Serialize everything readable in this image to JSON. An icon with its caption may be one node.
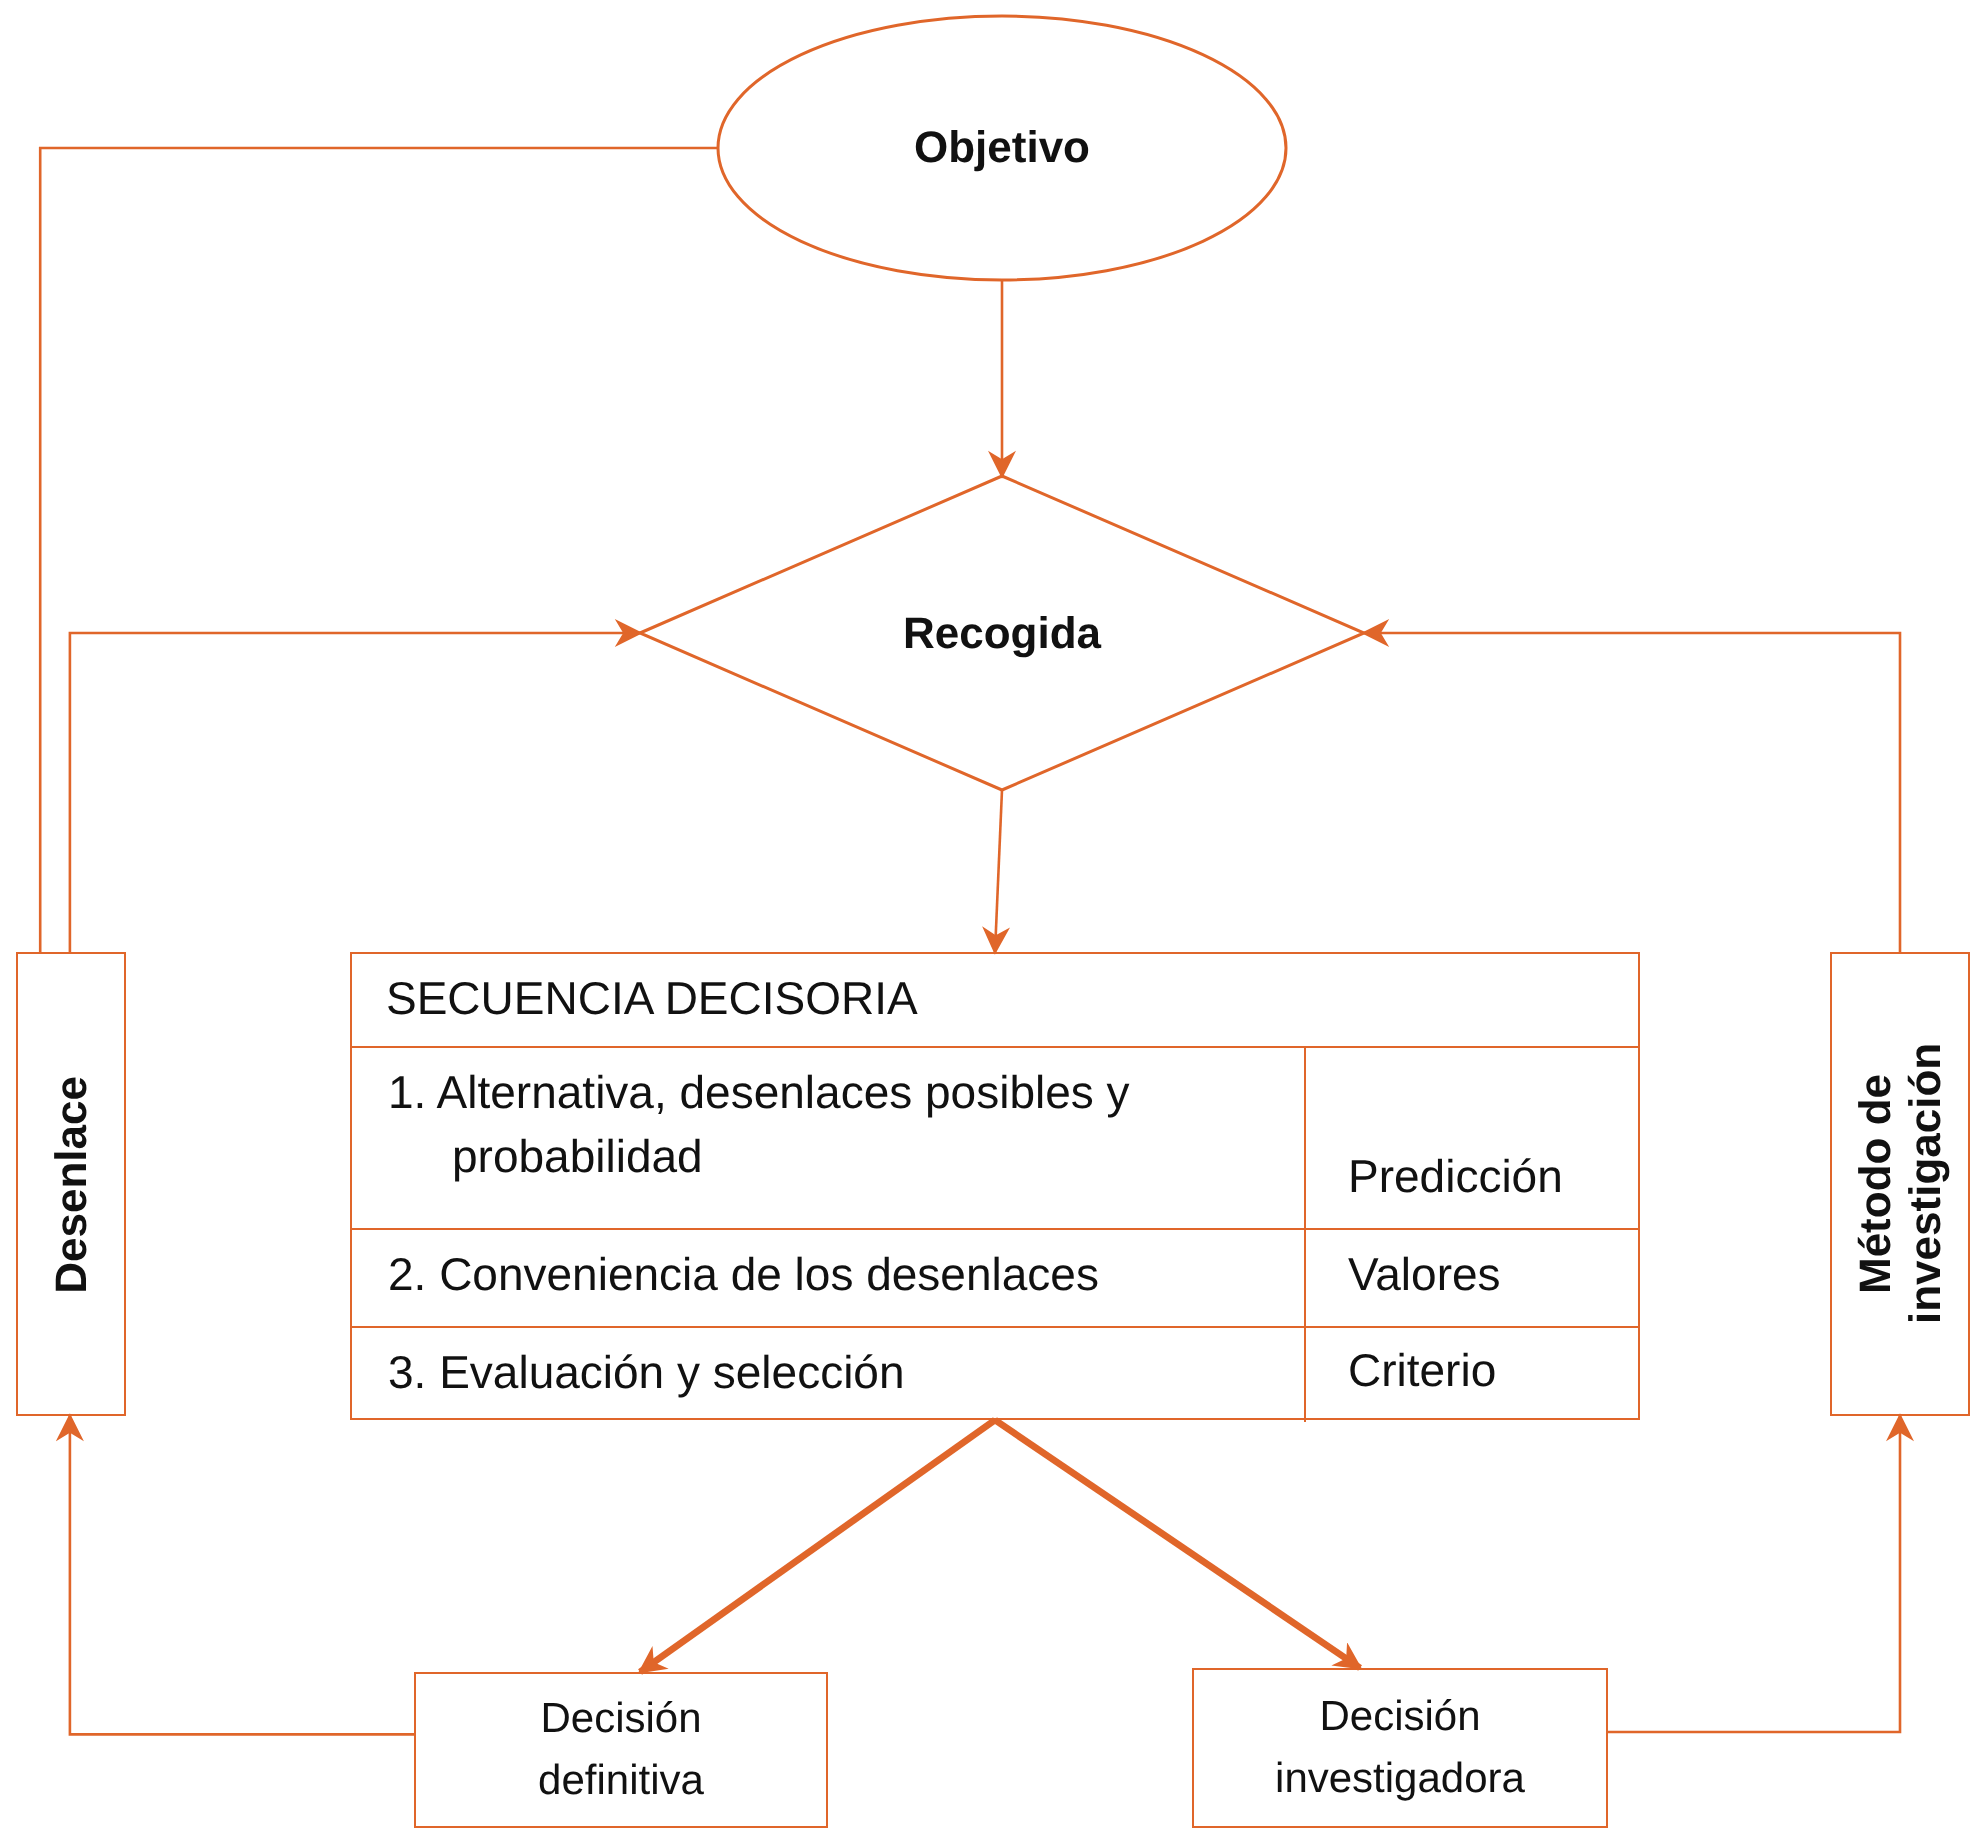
{
  "diagram": {
    "nodes": [
      {
        "text": [
          "Objetivo"
        ]
      },
      {
        "text": [
          "Recogida"
        ]
      },
      {
        "text": [
          "SECUENCIA DECISORIA",
          "1. Alternativa, desenlaces posibles y probabilidad",
          "Predicción",
          "2. Conveniencia de los desenlaces",
          "Valores",
          "3. Evaluación y selección",
          "Criterio"
        ]
      },
      {
        "text": [
          "Desenlace"
        ]
      },
      {
        "text": [
          "Método de investigación"
        ]
      },
      {
        "text": [
          "Decisión definitiva"
        ]
      },
      {
        "text": [
          "Decisión investigadora"
        ]
      }
    ],
    "edges": [
      {
        "from": 0,
        "to": 1,
        "arrow": "to"
      },
      {
        "from": 1,
        "to": 2,
        "arrow": "to"
      },
      {
        "from": 0,
        "to": 3,
        "arrow": "none"
      },
      {
        "from": 3,
        "to": 1,
        "arrow": "to"
      },
      {
        "from": 4,
        "to": 1,
        "arrow": "to"
      },
      {
        "from": 2,
        "to": 5,
        "arrow": "to",
        "style": "thick"
      },
      {
        "from": 2,
        "to": 6,
        "arrow": "to",
        "style": "thick"
      },
      {
        "from": 5,
        "to": 3,
        "arrow": "to"
      },
      {
        "from": 6,
        "to": 4,
        "arrow": "to"
      }
    ]
  }
}
